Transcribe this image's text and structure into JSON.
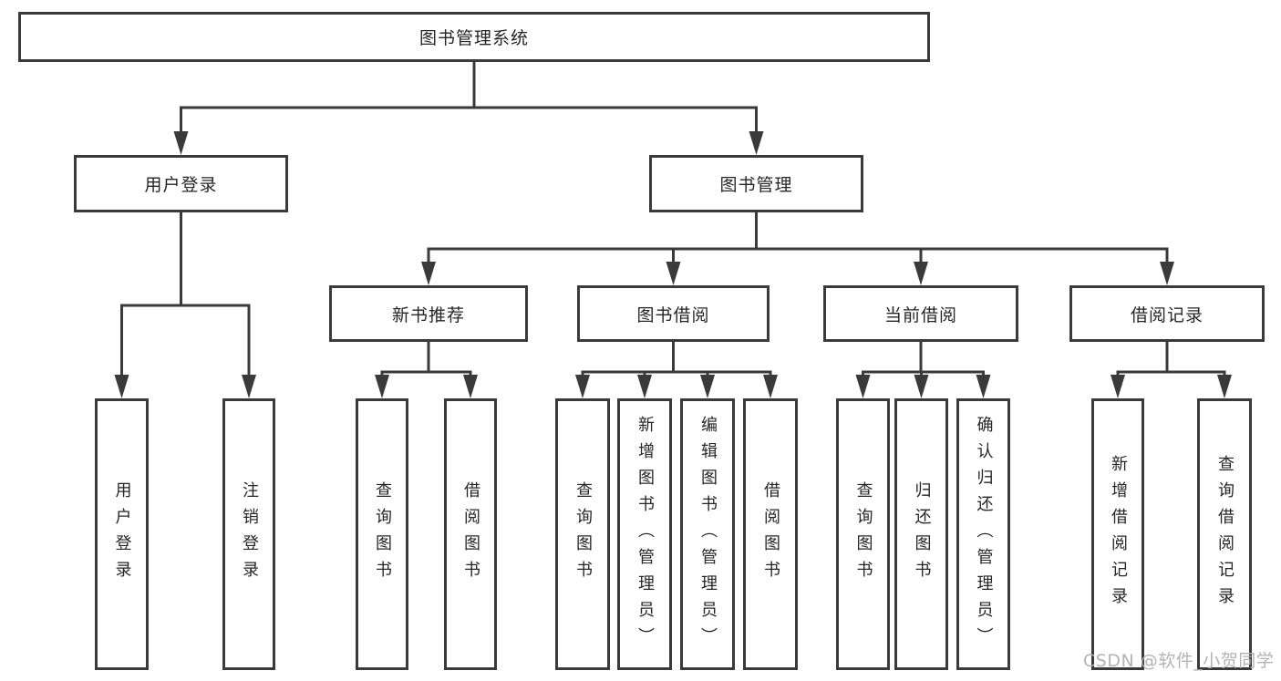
{
  "tree": {
    "root": "图书管理系统",
    "children": [
      {
        "label": "用户登录",
        "children": [
          "用户登录",
          "注销登录"
        ]
      },
      {
        "label": "图书管理",
        "children": [
          {
            "label": "新书推荐",
            "children": [
              "查询图书",
              "借阅图书"
            ]
          },
          {
            "label": "图书借阅",
            "children": [
              "查询图书",
              "新增图书（管理员）",
              "编辑图书（管理员）",
              "借阅图书"
            ]
          },
          {
            "label": "当前借阅",
            "children": [
              "查询图书",
              "归还图书",
              "确认归还（管理员）"
            ]
          },
          {
            "label": "借阅记录",
            "children": [
              "新增借阅记录",
              "查询借阅记录"
            ]
          }
        ]
      }
    ]
  },
  "watermark": {
    "text": "CSDN @软件_小贺同学"
  },
  "colors": {
    "line": "#3a3a3a",
    "text": "#262626",
    "background": "#ffffff",
    "watermark": "#b3b3b3"
  }
}
